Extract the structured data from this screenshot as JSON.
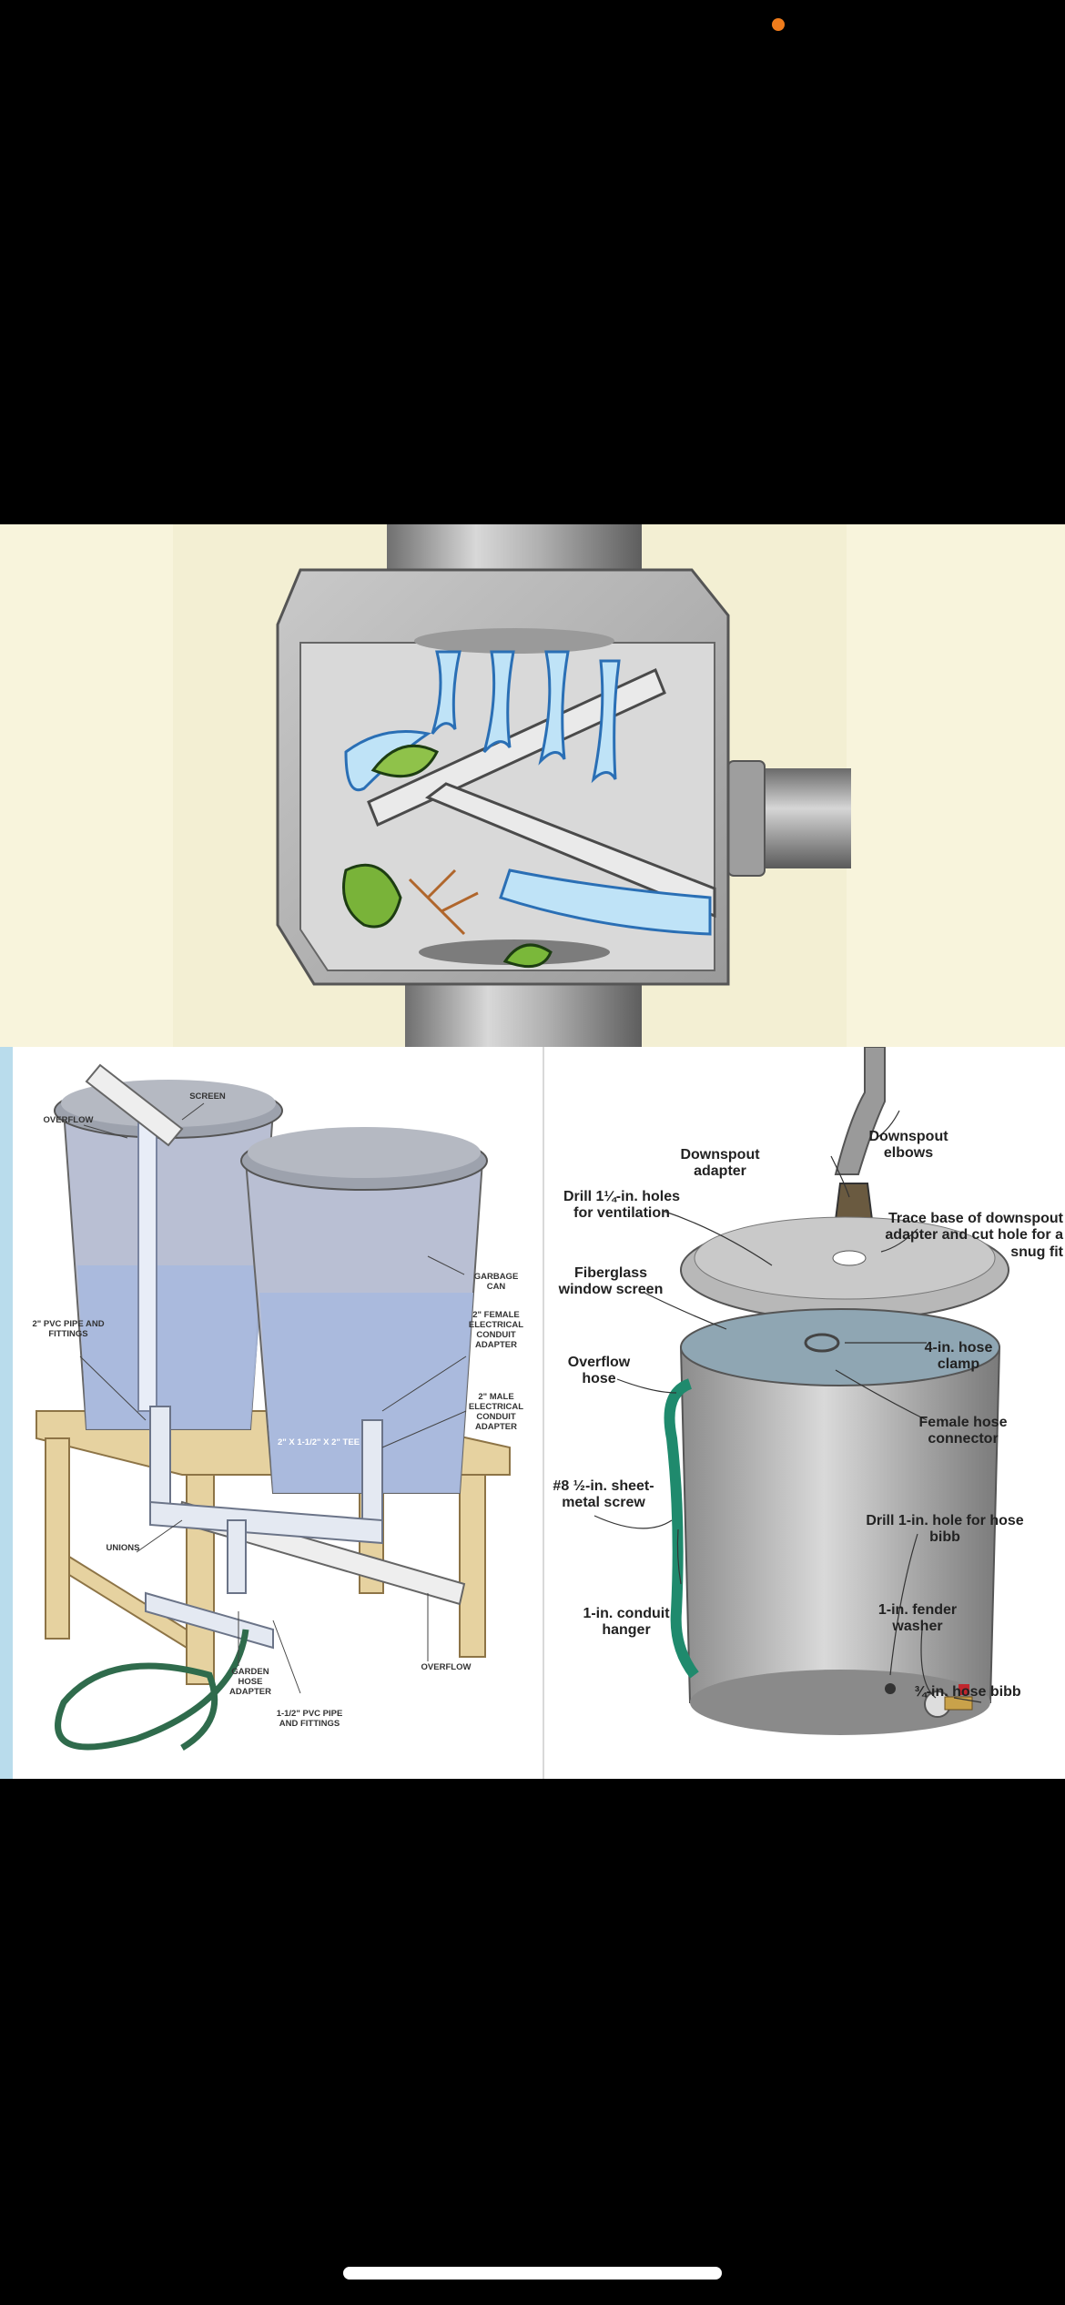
{
  "status": {
    "indicator_color": "#f07c1b"
  },
  "left_diagram": {
    "labels": {
      "screen": "SCREEN",
      "overflow_top": "OVERFLOW",
      "garbage_can": "GARBAGE CAN",
      "pvc_pipe": "2\" PVC PIPE AND FITTINGS",
      "female_adapter": "2\" FEMALE ELECTRICAL CONDUIT ADAPTER",
      "male_adapter": "2\" MALE ELECTRICAL CONDUIT ADAPTER",
      "tee": "2\" x 1-1/2\" x 2\" TEE",
      "unions": "UNIONS",
      "garden_hose_adapter": "GARDEN HOSE ADAPTER",
      "pvc_fittings_small": "1-1/2\" PVC PIPE AND FITTINGS",
      "overflow_bottom": "OVERFLOW"
    }
  },
  "right_diagram": {
    "labels": {
      "downspout_adapter": "Downspout adapter",
      "downspout_elbows": "Downspout elbows",
      "drill_ventilation": "Drill 1¼-in. holes for ventilation",
      "trace_base": "Trace base of downspout adapter and cut hole for a snug fit",
      "fiberglass_screen": "Fiberglass window screen",
      "hose_clamp": "4-in. hose clamp",
      "overflow_hose": "Overflow hose",
      "female_connector": "Female hose connector",
      "sheet_metal_screw": "#8 ½-in. sheet-metal screw",
      "drill_hose_bibb": "Drill 1-in. hole for hose bibb",
      "conduit_hanger": "1-in. conduit hanger",
      "fender_washer": "1-in. fender washer",
      "hose_bibb": "¾-in. hose bibb"
    }
  }
}
